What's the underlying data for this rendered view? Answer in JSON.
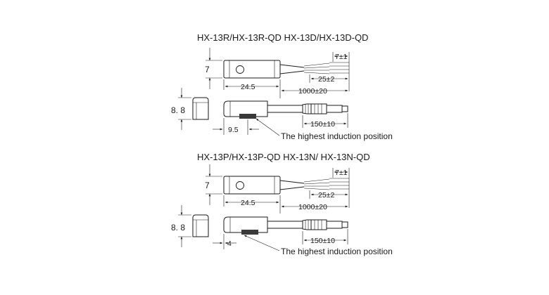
{
  "sections": [
    {
      "title": "HX-13R/HX-13R-QD  HX-13D/HX-13D-QD",
      "dim_height_top": "7",
      "dim_length": "24.5",
      "dim_wire_strip": "7±1",
      "dim_wire_insulation": "25±2",
      "dim_cable": "1000±20",
      "dim_height_side": "8. 8",
      "dim_offset": "9.5",
      "dim_connector": "150±10",
      "note": "The highest induction position"
    },
    {
      "title": "HX-13P/HX-13P-QD  HX-13N/ HX-13N-QD",
      "dim_height_top": "7",
      "dim_length": "24.5",
      "dim_wire_strip": "7±1",
      "dim_wire_insulation": "25±2",
      "dim_cable": "1000±20",
      "dim_height_side": "8. 8",
      "dim_offset": "4",
      "dim_connector": "150±10",
      "note": "The highest induction position"
    }
  ]
}
